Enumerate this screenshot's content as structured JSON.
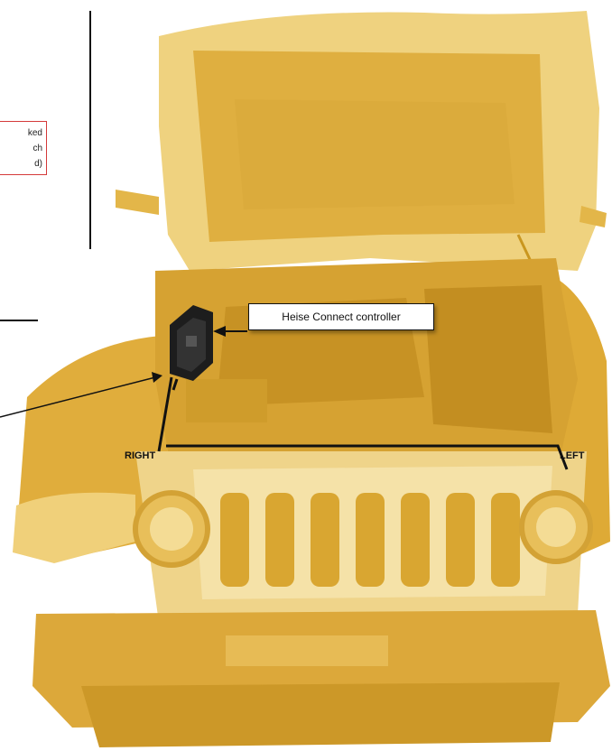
{
  "callouts": {
    "partial_note_lines": [
      "ked",
      "ch",
      "d)"
    ],
    "controller_label": "Heise Connect controller"
  },
  "labels": {
    "right": "RIGHT",
    "left": "LEFT"
  },
  "colors": {
    "vehicle_tint": "#e8b53a",
    "vehicle_light": "#f3d98a",
    "vehicle_dark": "#c9961f",
    "note_border": "#d43a3a",
    "lines": "#111111"
  },
  "icons": {
    "controller": "controller-module-icon"
  }
}
